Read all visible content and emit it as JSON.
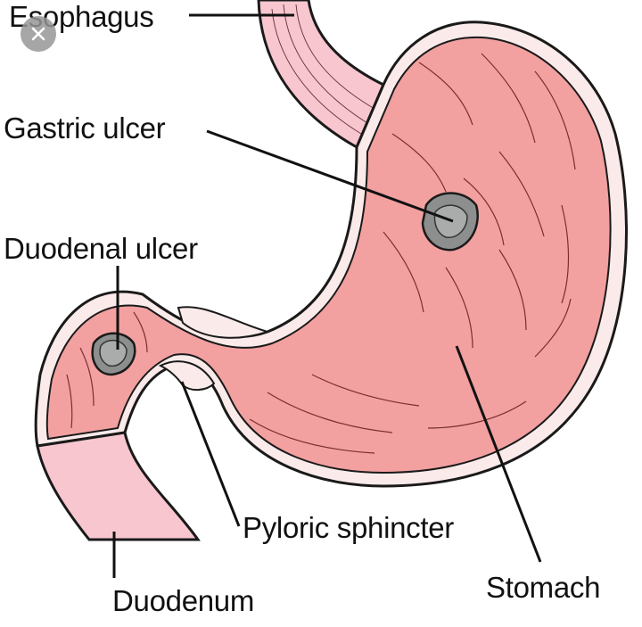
{
  "labels": {
    "esophagus": "Esophagus",
    "gastric_ulcer": "Gastric ulcer",
    "duodenal_ulcer": "Duodenal ulcer",
    "pyloric_sphincter": "Pyloric sphincter",
    "duodenum": "Duodenum",
    "stomach": "Stomach"
  },
  "colors": {
    "tissue": "#f2a0a0",
    "duodenum": "#f7c6cf",
    "ulcer": "#8c8f8d",
    "outline": "#1a1a1a"
  },
  "close_icon": "close-icon"
}
